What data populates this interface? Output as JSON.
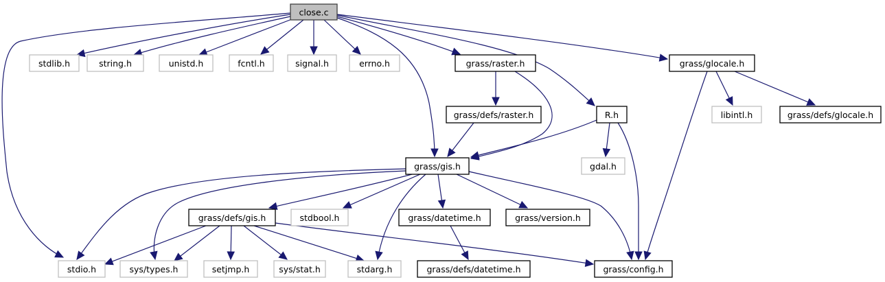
{
  "title": "close.c include dependency graph",
  "colors": {
    "edge": "#191970",
    "root_fill": "#bfbfbf",
    "documented_border": "#000000",
    "system_border": "#bfbfbf"
  },
  "nodes": [
    {
      "id": "close_c",
      "label": "close.c",
      "kind": "root"
    },
    {
      "id": "stdlib_h",
      "label": "stdlib.h",
      "kind": "system"
    },
    {
      "id": "string_h",
      "label": "string.h",
      "kind": "system"
    },
    {
      "id": "unistd_h",
      "label": "unistd.h",
      "kind": "system"
    },
    {
      "id": "fcntl_h",
      "label": "fcntl.h",
      "kind": "system"
    },
    {
      "id": "signal_h",
      "label": "signal.h",
      "kind": "system"
    },
    {
      "id": "errno_h",
      "label": "errno.h",
      "kind": "system"
    },
    {
      "id": "grass_raster_h",
      "label": "grass/raster.h",
      "kind": "documented"
    },
    {
      "id": "grass_glocale_h",
      "label": "grass/glocale.h",
      "kind": "documented"
    },
    {
      "id": "grass_defs_raster_h",
      "label": "grass/defs/raster.h",
      "kind": "documented"
    },
    {
      "id": "R_h",
      "label": "R.h",
      "kind": "documented"
    },
    {
      "id": "libintl_h",
      "label": "libintl.h",
      "kind": "system"
    },
    {
      "id": "grass_defs_glocale_h",
      "label": "grass/defs/glocale.h",
      "kind": "documented"
    },
    {
      "id": "grass_gis_h",
      "label": "grass/gis.h",
      "kind": "documented"
    },
    {
      "id": "gdal_h",
      "label": "gdal.h",
      "kind": "system"
    },
    {
      "id": "grass_defs_gis_h",
      "label": "grass/defs/gis.h",
      "kind": "documented"
    },
    {
      "id": "stdbool_h",
      "label": "stdbool.h",
      "kind": "system"
    },
    {
      "id": "grass_datetime_h",
      "label": "grass/datetime.h",
      "kind": "documented"
    },
    {
      "id": "grass_version_h",
      "label": "grass/version.h",
      "kind": "documented"
    },
    {
      "id": "stdio_h",
      "label": "stdio.h",
      "kind": "system"
    },
    {
      "id": "sys_types_h",
      "label": "sys/types.h",
      "kind": "system"
    },
    {
      "id": "setjmp_h",
      "label": "setjmp.h",
      "kind": "system"
    },
    {
      "id": "sys_stat_h",
      "label": "sys/stat.h",
      "kind": "system"
    },
    {
      "id": "stdarg_h",
      "label": "stdarg.h",
      "kind": "system"
    },
    {
      "id": "grass_defs_datetime_h",
      "label": "grass/defs/datetime.h",
      "kind": "documented"
    },
    {
      "id": "grass_config_h",
      "label": "grass/config.h",
      "kind": "documented"
    }
  ],
  "edges": [
    [
      "close_c",
      "stdio_h"
    ],
    [
      "close_c",
      "stdlib_h"
    ],
    [
      "close_c",
      "string_h"
    ],
    [
      "close_c",
      "unistd_h"
    ],
    [
      "close_c",
      "fcntl_h"
    ],
    [
      "close_c",
      "signal_h"
    ],
    [
      "close_c",
      "errno_h"
    ],
    [
      "close_c",
      "grass_gis_h"
    ],
    [
      "close_c",
      "grass_raster_h"
    ],
    [
      "close_c",
      "R_h"
    ],
    [
      "close_c",
      "grass_glocale_h"
    ],
    [
      "grass_raster_h",
      "grass_defs_raster_h"
    ],
    [
      "grass_raster_h",
      "grass_gis_h"
    ],
    [
      "grass_defs_raster_h",
      "grass_gis_h"
    ],
    [
      "R_h",
      "grass_gis_h"
    ],
    [
      "R_h",
      "gdal_h"
    ],
    [
      "R_h",
      "grass_config_h"
    ],
    [
      "grass_glocale_h",
      "grass_config_h"
    ],
    [
      "grass_glocale_h",
      "libintl_h"
    ],
    [
      "grass_glocale_h",
      "grass_defs_glocale_h"
    ],
    [
      "grass_gis_h",
      "stdio_h"
    ],
    [
      "grass_gis_h",
      "sys_types_h"
    ],
    [
      "grass_gis_h",
      "grass_defs_gis_h"
    ],
    [
      "grass_gis_h",
      "stdbool_h"
    ],
    [
      "grass_gis_h",
      "stdarg_h"
    ],
    [
      "grass_gis_h",
      "grass_datetime_h"
    ],
    [
      "grass_gis_h",
      "grass_version_h"
    ],
    [
      "grass_gis_h",
      "grass_config_h"
    ],
    [
      "grass_defs_gis_h",
      "stdio_h"
    ],
    [
      "grass_defs_gis_h",
      "sys_types_h"
    ],
    [
      "grass_defs_gis_h",
      "setjmp_h"
    ],
    [
      "grass_defs_gis_h",
      "sys_stat_h"
    ],
    [
      "grass_defs_gis_h",
      "stdarg_h"
    ],
    [
      "grass_defs_gis_h",
      "grass_config_h"
    ],
    [
      "grass_datetime_h",
      "grass_defs_datetime_h"
    ]
  ]
}
